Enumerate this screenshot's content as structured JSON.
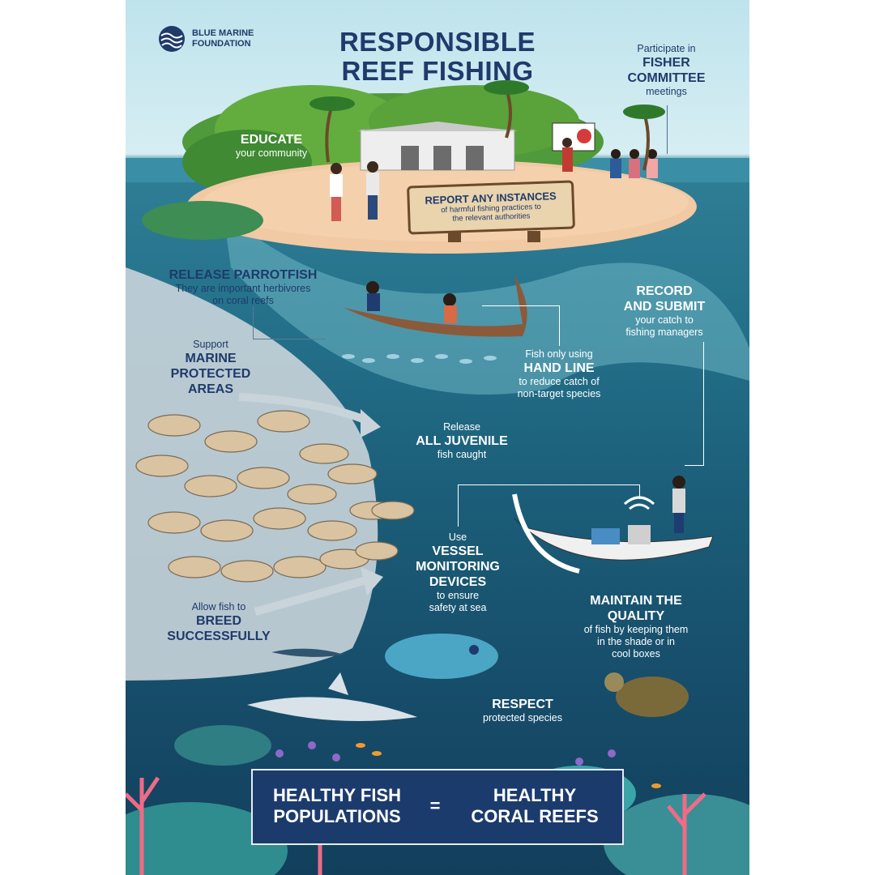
{
  "brand": {
    "name_line1": "BLUE MARINE",
    "name_line2": "FOUNDATION"
  },
  "title": {
    "line1": "RESPONSIBLE",
    "line2": "REEF FISHING"
  },
  "fisher_committee": {
    "pre": "Participate in",
    "bold1": "FISHER",
    "bold2": "COMMITTEE",
    "post": "meetings"
  },
  "educate": {
    "bold": "EDUCATE",
    "sub": "your community"
  },
  "report": {
    "bold": "REPORT ANY INSTANCES",
    "sub1": "of harmful fishing practices to",
    "sub2": "the relevant authorities"
  },
  "parrotfish": {
    "bold": "RELEASE PARROTFISH",
    "sub1": "They are important herbivores",
    "sub2": "on coral reefs"
  },
  "record": {
    "bold1": "RECORD",
    "bold2": "AND SUBMIT",
    "sub1": "your catch to",
    "sub2": "fishing managers"
  },
  "mpa": {
    "pre": "Support",
    "bold1": "MARINE",
    "bold2": "PROTECTED",
    "bold3": "AREAS"
  },
  "handline": {
    "pre": "Fish only using",
    "bold": "HAND LINE",
    "sub1": "to reduce catch of",
    "sub2": "non-target species"
  },
  "juvenile": {
    "pre": "Release",
    "bold": "ALL JUVENILE",
    "sub": "fish caught"
  },
  "vessel": {
    "pre": "Use",
    "bold1": "VESSEL",
    "bold2": "MONITORING",
    "bold3": "DEVICES",
    "sub1": "to ensure",
    "sub2": "safety at sea"
  },
  "quality": {
    "bold1": "MAINTAIN THE",
    "bold2": "QUALITY",
    "sub1": "of fish by keeping them",
    "sub2": "in the shade or in",
    "sub3": "cool boxes"
  },
  "breed": {
    "pre": "Allow fish to",
    "bold1": "BREED",
    "bold2": "SUCCESSFULLY"
  },
  "respect": {
    "bold": "RESPECT",
    "sub": "protected species"
  },
  "banner": {
    "left1": "HEALTHY FISH",
    "left2": "POPULATIONS",
    "equals": "=",
    "right1": "HEALTHY",
    "right2": "CORAL REEFS"
  },
  "colors": {
    "navy": "#1f3a6b",
    "sky": "#cde9f0",
    "sea": "#236f89",
    "deep": "#123f5c",
    "sand": "#f1c9a3",
    "coral": "#e8607a"
  }
}
